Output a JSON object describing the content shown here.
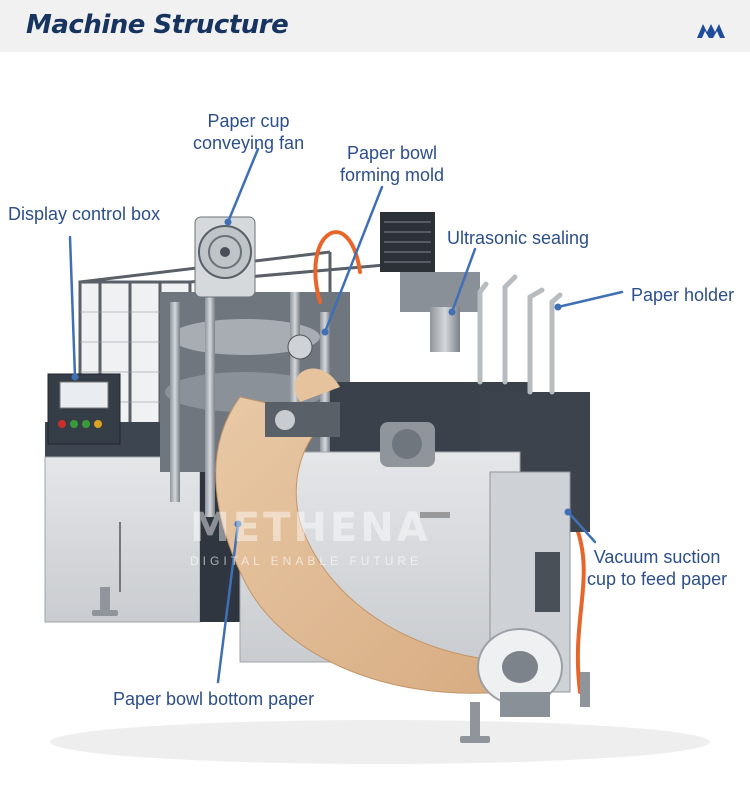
{
  "header": {
    "title": "Machine Structure",
    "logo_icon": "brand-logo-icon"
  },
  "labels": {
    "conveying_fan": [
      "Paper cup",
      "conveying fan"
    ],
    "forming_mold": [
      "Paper bowl",
      "forming mold"
    ],
    "display_box": "Display control box",
    "ultrasonic": "Ultrasonic sealing",
    "paper_holder": "Paper holder",
    "vacuum": [
      "Vacuum suction",
      "cup to feed paper"
    ],
    "bottom_paper": "Paper bowl bottom paper"
  },
  "watermark": {
    "brand": "METHENA",
    "tagline": "DIGITAL ENABLE FUTURE"
  },
  "colors": {
    "title": "#16345f",
    "label": "#2c4f8a",
    "leader": "#3f6fb4",
    "header_bg": "#f1f1f1"
  }
}
